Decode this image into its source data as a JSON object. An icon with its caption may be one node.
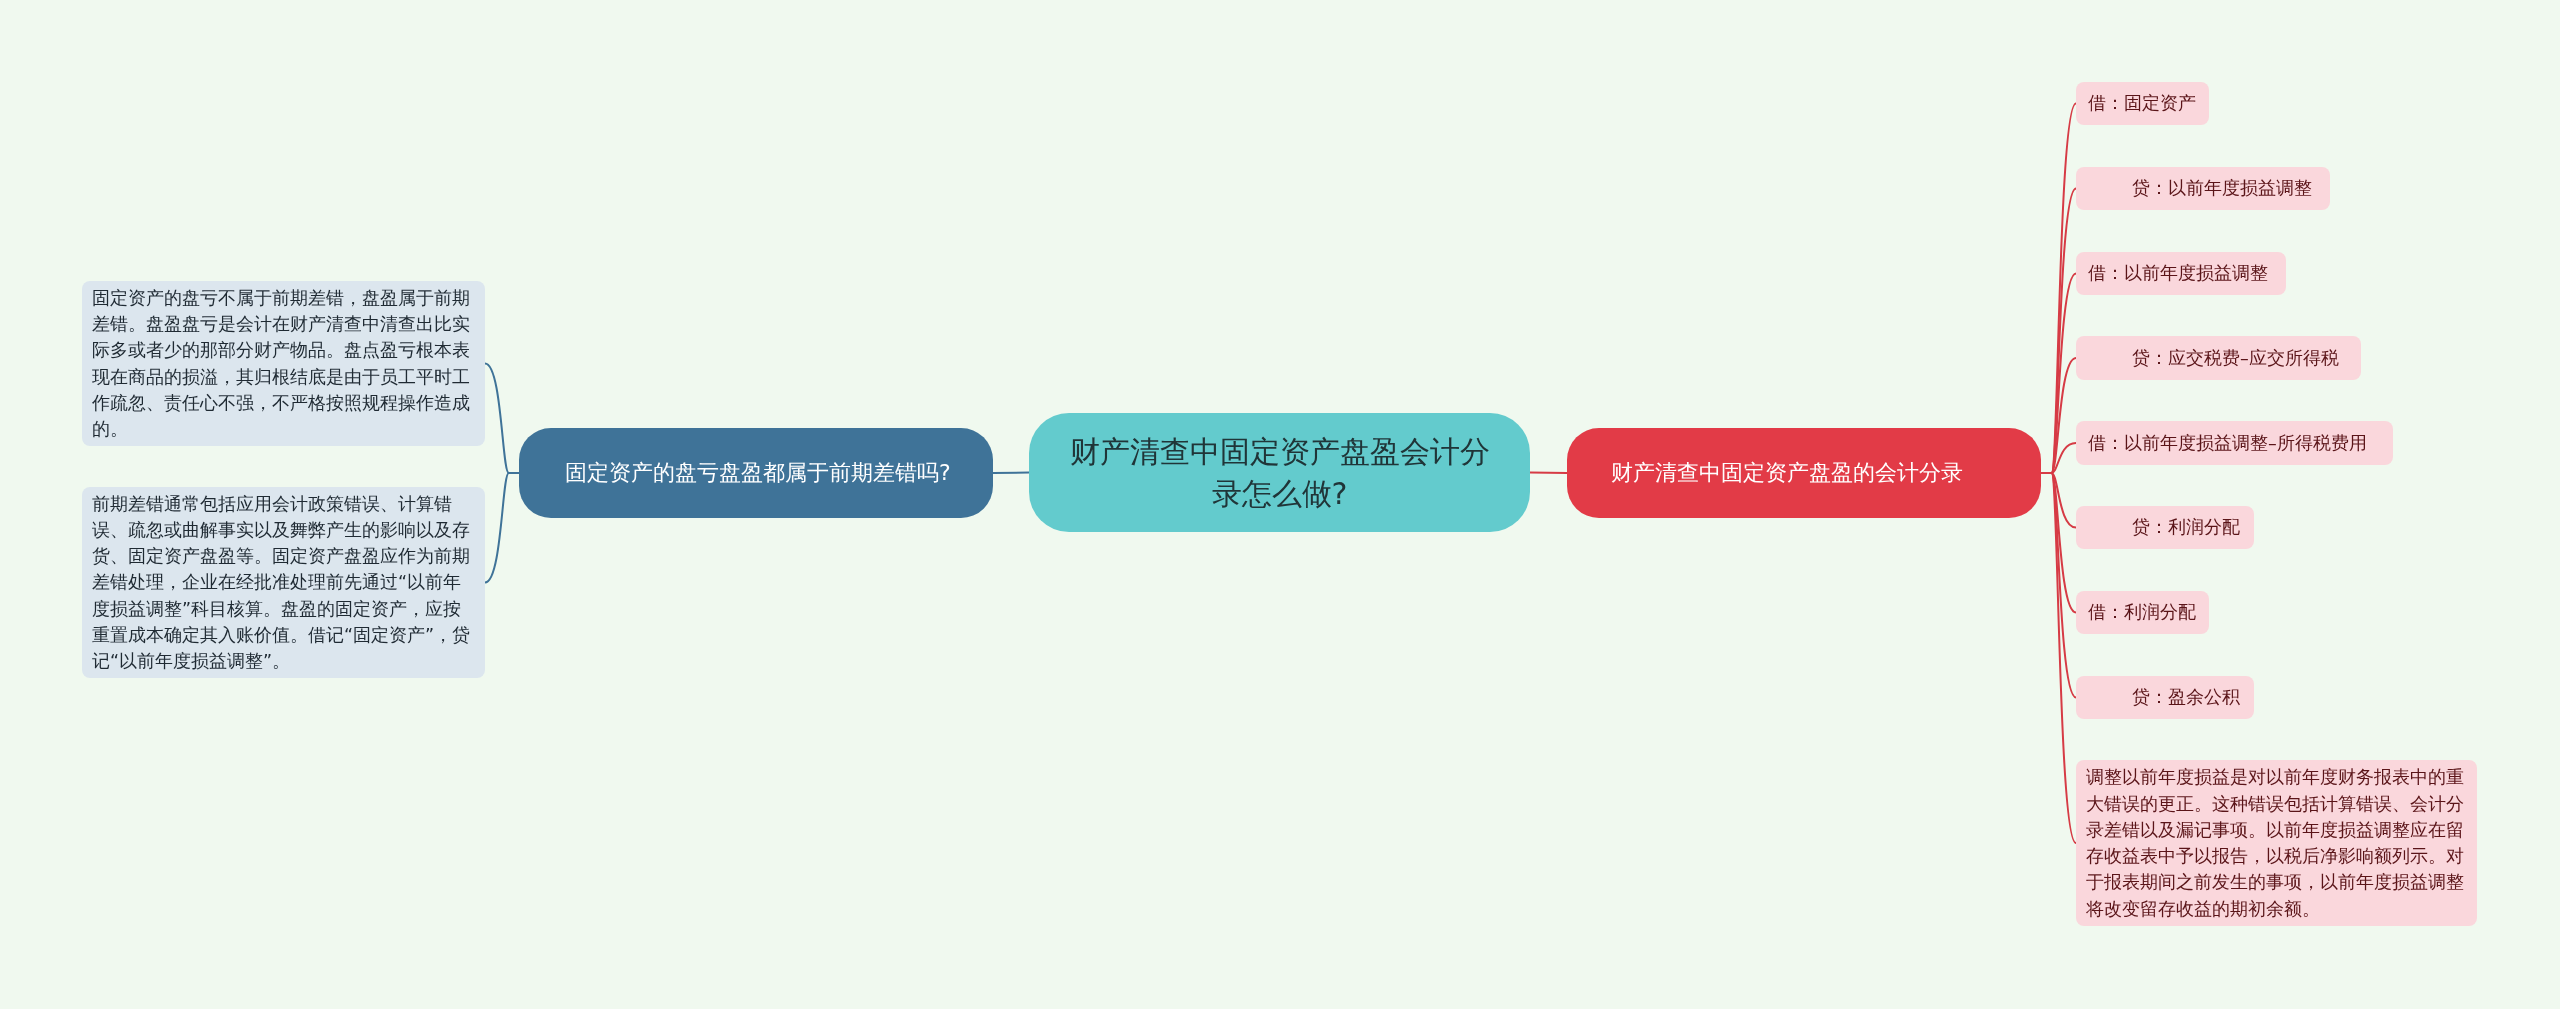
{
  "diagram": {
    "nodes": [
      {
        "text": [
          "财产清查中固定资产盘盈会计分录怎么做?"
        ]
      },
      {
        "text": [
          "固定资产的盘亏盘盈都属于前期差错吗?"
        ]
      },
      {
        "text": [
          "固定资产的盘亏不属于前期差错，盘盈属于前期差错。盘盈盘亏是会计在财产清查中清查出比实际多或者少的那部分财产物品。盘点盈亏根本表现在商品的损溢，其归根结底是由于员工平时工作疏忽、责任心不强，不严格按照规程操作造成的。"
        ]
      },
      {
        "text": [
          "前期差错通常包括应用会计政策错误、计算错误、疏忽或曲解事实以及舞弊产生的影响以及存货、固定资产盘盈等。固定资产盘盈应作为前期差错处理，企业在经批准处理前先通过“以前年度损益调整”科目核算。盘盈的固定资产，应按重置成本确定其入账价值。借记“固定资产”，贷记“以前年度损益调整”。"
        ]
      },
      {
        "text": [
          "财产清查中固定资产盘盈的会计分录"
        ]
      },
      {
        "text": [
          "借：固定资产"
        ]
      },
      {
        "text": [
          "贷：以前年度损益调整"
        ]
      },
      {
        "text": [
          "借：以前年度损益调整"
        ]
      },
      {
        "text": [
          "贷：应交税费–应交所得税"
        ]
      },
      {
        "text": [
          "借：以前年度损益调整–所得税费用"
        ]
      },
      {
        "text": [
          "贷：利润分配"
        ]
      },
      {
        "text": [
          "借：利润分配"
        ]
      },
      {
        "text": [
          "贷：盈余公积"
        ]
      },
      {
        "text": [
          "调整以前年度损益是对以前年度财务报表中的重大错误的更正。这种错误包括计算错误、会计分录差错以及漏记事项。以前年度损益调整应在留存收益表中予以报告，以税后净影响额列示。对于报表期间之前发生的事项，以前年度损益调整将改变留存收益的期初余额。"
        ]
      }
    ],
    "edges": [
      {
        "from": 0,
        "to": 1,
        "arrow": "none",
        "color": "#3f7398"
      },
      {
        "from": 1,
        "to": 2,
        "arrow": "none",
        "color": "#3f7398"
      },
      {
        "from": 1,
        "to": 3,
        "arrow": "none",
        "color": "#3f7398"
      },
      {
        "from": 0,
        "to": 4,
        "arrow": "none"
      },
      {
        "from": 4,
        "to": 5,
        "arrow": "none"
      },
      {
        "from": 4,
        "to": 6,
        "arrow": "none"
      },
      {
        "from": 4,
        "to": 7,
        "arrow": "none"
      },
      {
        "from": 4,
        "to": 8,
        "arrow": "none"
      },
      {
        "from": 4,
        "to": 9,
        "arrow": "none"
      },
      {
        "from": 4,
        "to": 10,
        "arrow": "none"
      },
      {
        "from": 4,
        "to": 11,
        "arrow": "none"
      },
      {
        "from": 4,
        "to": 12,
        "arrow": "none"
      },
      {
        "from": 4,
        "to": 13,
        "arrow": "none"
      }
    ]
  }
}
